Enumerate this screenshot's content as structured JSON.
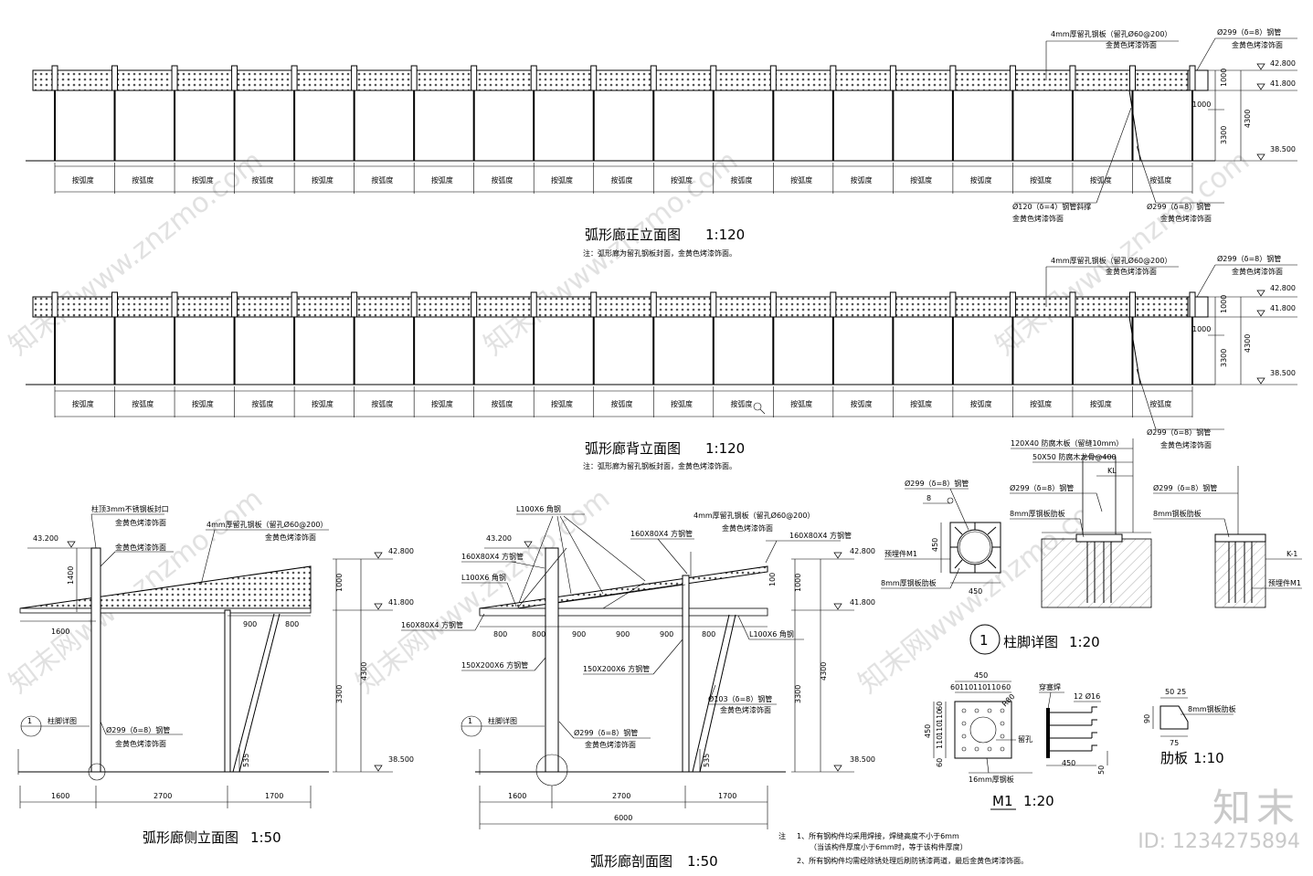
{
  "front_elevation": {
    "title": "弧形廊正立面图",
    "scale": "1:120",
    "note": "注：弧形廊为留孔钢板封面，金黄色烤漆饰面。",
    "span_label": "按弧度",
    "callout_top_left": [
      "4mm厚留孔钢板（留孔Ø60@200）",
      "金黄色烤漆饰面"
    ],
    "callout_top_right": [
      "Ø299（δ=8）钢管",
      "金黄色烤漆饰面"
    ],
    "callout_bottom_left": [
      "Ø120（δ=4）钢管斜撑",
      "金黄色烤漆饰面"
    ],
    "callout_bottom_right": [
      "Ø299（δ=8）钢管",
      "金黄色烤漆饰面"
    ],
    "elevations": [
      "42.800",
      "41.800",
      "38.500"
    ],
    "dims": [
      "1000",
      "1000",
      "4300",
      "3300"
    ]
  },
  "back_elevation": {
    "title": "弧形廊背立面图",
    "scale": "1:120",
    "note": "注：弧形廊为留孔钢板封面，金黄色烤漆饰面。",
    "span_label": "按弧度",
    "callout_top_left": [
      "4mm厚留孔钢板（留孔Ø60@200）",
      "金黄色烤漆饰面"
    ],
    "callout_top_right": [
      "Ø299（δ=8）钢管",
      "金黄色烤漆饰面"
    ],
    "callout_bottom_right": [
      "Ø299（δ=8）钢管",
      "金黄色烤漆饰面"
    ],
    "elevations": [
      "42.800",
      "41.800",
      "38.500"
    ],
    "dims": [
      "1000",
      "1000",
      "4300",
      "3300"
    ]
  },
  "side_elevation": {
    "title": "弧形廊侧立面图",
    "scale": "1:50",
    "callouts": {
      "cap": [
        "柱顶3mm不锈钢板封口",
        "金黄色烤漆饰面"
      ],
      "finish": "金黄色烤漆饰面",
      "plate": [
        "4mm厚留孔钢板（留孔Ø60@200）",
        "金黄色烤漆饰面"
      ],
      "pipe": [
        "Ø299（δ=8）钢管",
        "金黄色烤漆饰面"
      ],
      "detail_ref": "柱脚详图"
    },
    "elevations": [
      "43.200",
      "42.800",
      "41.800",
      "38.500"
    ],
    "dims": [
      "1400",
      "1600",
      "900",
      "800",
      "1000",
      "4300",
      "3300",
      "535",
      "1600",
      "2700",
      "1700"
    ],
    "detail_no": "1"
  },
  "section": {
    "title": "弧形廊剖面图",
    "scale": "1:50",
    "callouts": {
      "angle1": "L100X6 角钢",
      "plate": [
        "4mm厚留孔钢板（留孔Ø60@200）",
        "金黄色烤漆饰面"
      ],
      "tube1": "160X80X4 方钢管",
      "tube2": "160X80X4 方钢管",
      "tube3": "160X80X4 方钢管",
      "tube4": "160X80X4 方钢管",
      "angle2": "L100X6 角钢",
      "angle3": "L100X6 角钢",
      "tube5": "150X200X6 方钢管",
      "tube6": "150X200X6 方钢管",
      "pipe1": [
        "Ø103（δ=8）钢管",
        "金黄色烤漆饰面"
      ],
      "pipe2": [
        "Ø299（δ=8）钢管",
        "金黄色烤漆饰面"
      ],
      "detail_ref": "柱脚详图"
    },
    "elevations": [
      "43.200",
      "42.800",
      "41.800",
      "38.500"
    ],
    "dims": [
      "800",
      "800",
      "900",
      "900",
      "900",
      "800",
      "100",
      "1000",
      "4300",
      "3300",
      "535",
      "1600",
      "2700",
      "1700",
      "6000"
    ],
    "detail_no": "1"
  },
  "column_detail": {
    "title": "柱脚详图",
    "scale": "1:20",
    "detail_no": "1",
    "callouts": {
      "pipe_a": "Ø299（δ=8）钢管",
      "weld": "8",
      "embed": "预埋件M1",
      "rib": "8mm厚钢板肋板",
      "wood1": "120X40 防腐木板（留缝10mm）",
      "wood2": "50X50 防腐木龙骨@400",
      "kl": "KL",
      "pipe_b": "Ø299（δ=8）钢管",
      "rib_b": "8mm厚钢板肋板",
      "pipe_c": "Ø299（δ=8）钢管",
      "rib_c": "8mm钢板肋板",
      "k1": "K-1",
      "embed_c": "预埋件M1"
    },
    "dims": [
      "450",
      "450"
    ]
  },
  "m1": {
    "title": "M1",
    "scale": "1:20",
    "callouts": {
      "weld": "穿塞焊",
      "bars": "12 Ø16",
      "hole": "留孔",
      "plate": "16mm厚钢板",
      "r": "R80"
    },
    "dims_top": [
      "450",
      "60",
      "110",
      "110",
      "110",
      "60"
    ],
    "dims_left": [
      "450",
      "60",
      "110",
      "110",
      "110",
      "60"
    ],
    "dims_side": [
      "450",
      "50"
    ]
  },
  "rib": {
    "title": "肋板",
    "scale": "1:10",
    "callout": "8mm钢板肋板",
    "dims": [
      "50",
      "25",
      "90",
      "75"
    ]
  },
  "notes": {
    "prefix": "注",
    "line1": "1、所有钢构件均采用焊接，焊缝高度不小于6mm",
    "line1b": "（当该构件厚度小于6mm时，等于该构件厚度）",
    "line2": "2、所有钢构件均需经除锈处理后刷防锈漆两道，最后金黄色烤漆饰面。"
  },
  "watermark": {
    "text": "知末网www.znzmo.com",
    "logo": "知末",
    "id": "ID: 1234275894"
  }
}
